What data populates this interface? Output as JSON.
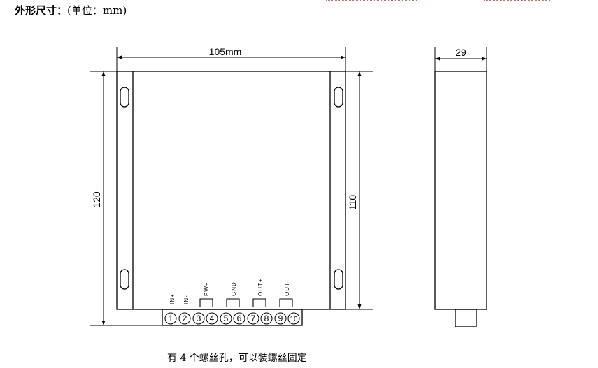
{
  "header": {
    "title": "外形尺寸：",
    "unit": "(单位：mm)"
  },
  "dimensions": {
    "width": "105mm",
    "height": "120",
    "inner_height": "110",
    "depth": "29"
  },
  "terminal_labels": {
    "in_plus": "IN+",
    "in_minus": "IN-",
    "pw_plus": "PW+",
    "gnd": "GND",
    "out_plus": "OUT+",
    "out_minus": "OUT-"
  },
  "terminals": [
    "1",
    "2",
    "3",
    "4",
    "5",
    "6",
    "7",
    "8",
    "9",
    "10"
  ],
  "caption": "有 4 个螺丝孔，可以装螺丝固定"
}
